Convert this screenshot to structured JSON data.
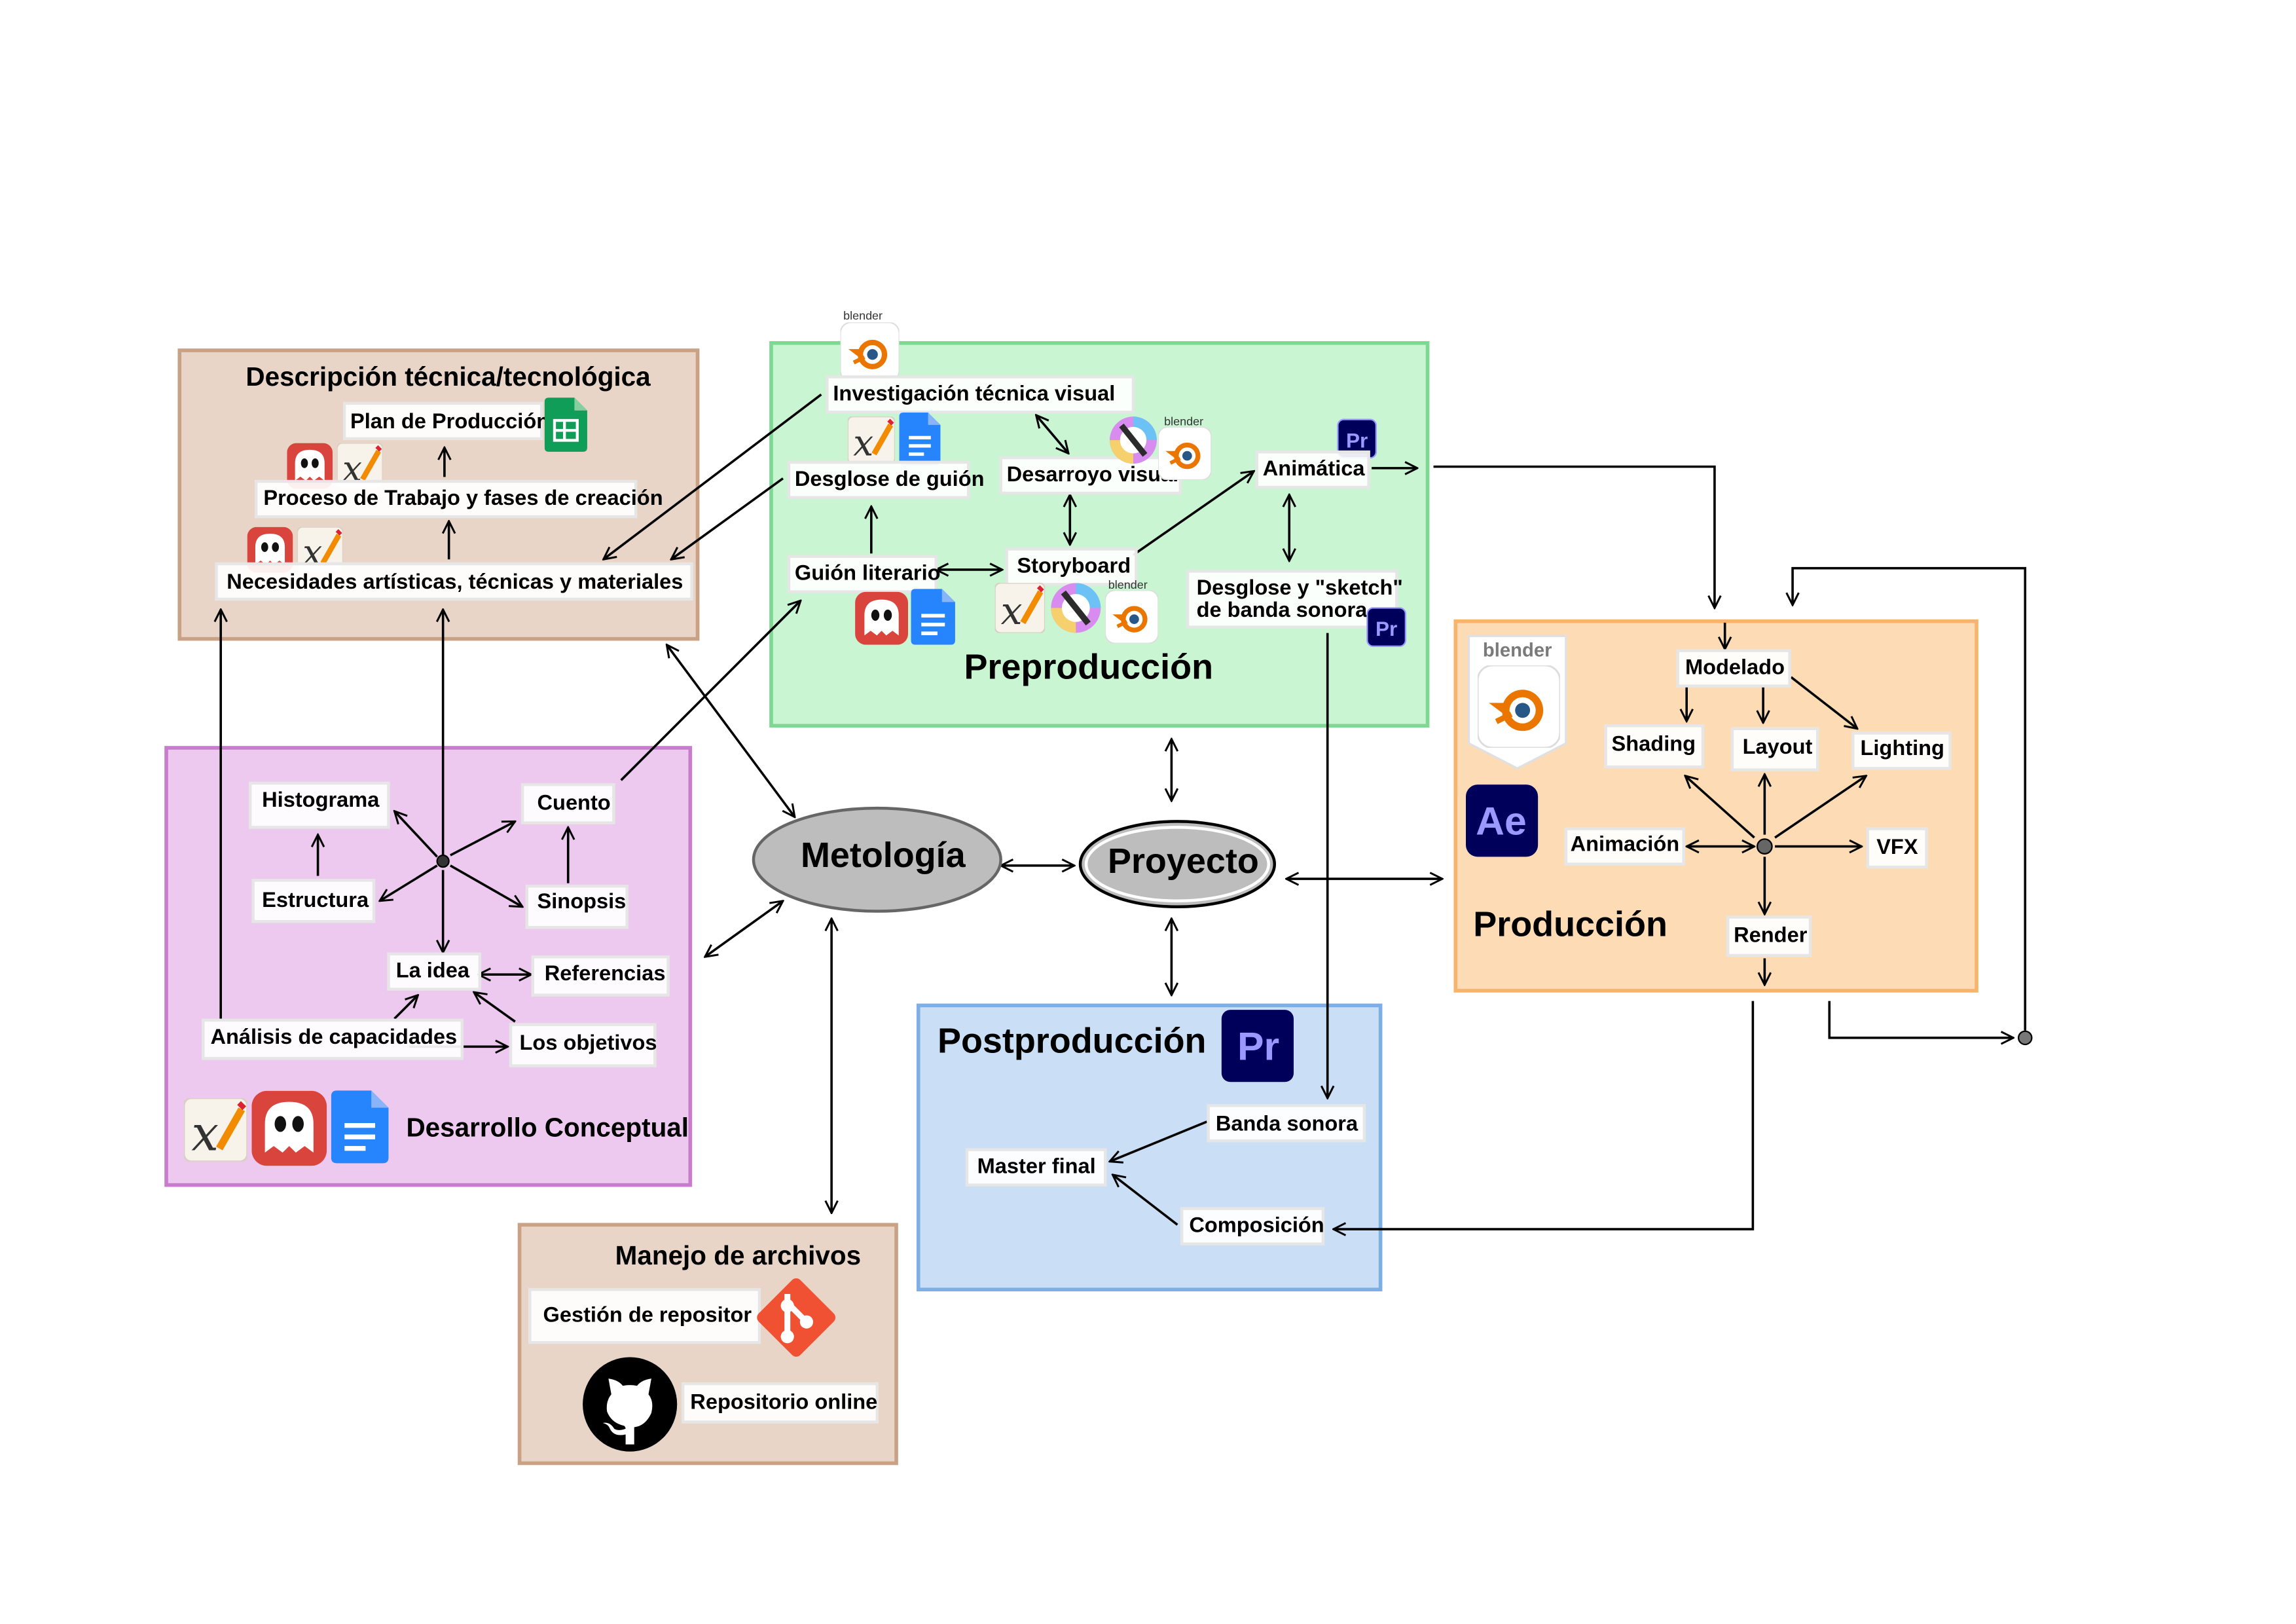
{
  "colors": {
    "tech_bg": "#e8d5c7",
    "tech_border": "#c9a285",
    "pre_bg": "#c9f5d3",
    "pre_border": "#7fd892",
    "conc_bg": "#edc9ef",
    "conc_border": "#c97ccd",
    "prod_bg": "#fddcb5",
    "prod_border": "#f6b46e",
    "post_bg": "#cadff5",
    "post_border": "#7eaee6",
    "files_bg": "#e8d5c7",
    "files_border": "#c9a285",
    "center_ellipse": "#bdbdbd"
  },
  "center": {
    "metologia": "Metología",
    "proyecto": "Proyecto"
  },
  "tech": {
    "title": "Descripción técnica/tecnológica",
    "plan": "Plan de Producción",
    "proceso": "Proceso de Trabajo y fases de creación",
    "necesidades": "Necesidades artísticas, técnicas y materiales"
  },
  "pre": {
    "title": "Preproducción",
    "investigacion": "Investigación técnica visual",
    "desglose_guion": "Desglose de guión",
    "desarrollo_visual": "Desarroyo visual",
    "animatica": "Animática",
    "guion": "Guión literario",
    "storyboard": "Storyboard",
    "desglose_sonido_1": "Desglose y \"sketch\"",
    "desglose_sonido_2": "de banda sonora"
  },
  "conc": {
    "title": "Desarrollo Conceptual",
    "histograma": "Histograma",
    "cuento": "Cuento",
    "estructura": "Estructura",
    "sinopsis": "Sinopsis",
    "idea": "La idea",
    "referencias": "Referencias",
    "analisis": "Análisis de capacidades",
    "objetivos": "Los objetivos"
  },
  "prod": {
    "title": "Producción",
    "modelado": "Modelado",
    "shading": "Shading",
    "layout": "Layout",
    "lighting": "Lighting",
    "animacion": "Animación",
    "vfx": "VFX",
    "render": "Render"
  },
  "post": {
    "title": "Postproducción",
    "banda": "Banda sonora",
    "master": "Master final",
    "composicion": "Composición"
  },
  "files": {
    "title": "Manejo de archivos",
    "gestion": "Gestión de repositor",
    "online": "Repositorio online"
  },
  "icons": {
    "blender": "blender-icon",
    "blender_word": "blender",
    "premiere": "premiere-icon",
    "premiere_text": "Pr",
    "after_effects": "after-effects-icon",
    "after_effects_text": "Ae",
    "sheets": "google-sheets-icon",
    "docs": "google-docs-icon",
    "xmind": "xmind-icon",
    "ghost": "ghost-app-icon",
    "krita": "krita-icon",
    "git": "git-icon",
    "github": "github-icon"
  }
}
